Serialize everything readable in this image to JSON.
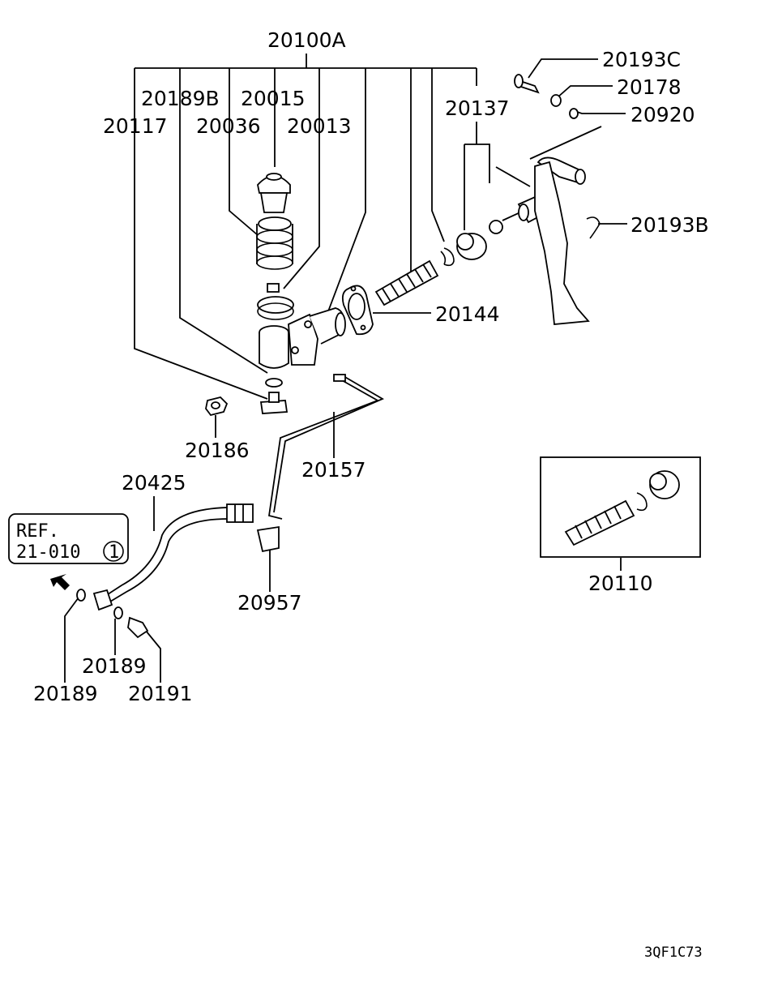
{
  "labels": {
    "p20100A": "20100A",
    "p20189B": "20189B",
    "p20015": "20015",
    "p20117": "20117",
    "p20036": "20036",
    "p20013": "20013",
    "p20137": "20137",
    "p20193C": "20193C",
    "p20178": "20178",
    "p20920": "20920",
    "p20193B": "20193B",
    "p20144": "20144",
    "p20186": "20186",
    "p20157": "20157",
    "p20425": "20425",
    "p20957": "20957",
    "p20110": "20110",
    "p20189a": "20189",
    "p20189b": "20189",
    "p20191": "20191"
  },
  "reference": {
    "line1": "REF.",
    "line2": "21-010",
    "circled": "1"
  },
  "diagram_code": "3QF1C73"
}
